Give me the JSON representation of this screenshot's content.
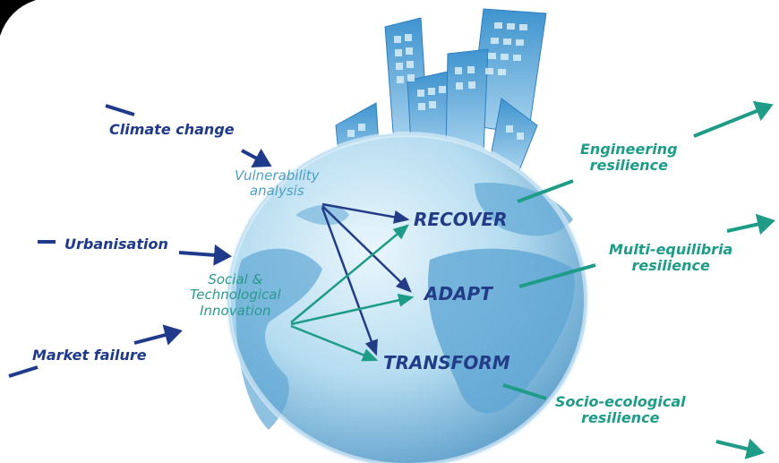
{
  "drivers": {
    "climate_change": "Climate change",
    "urbanisation": "Urbanisation",
    "market_failure": "Market failure"
  },
  "processes": {
    "vulnerability_line1": "Vulnerability",
    "vulnerability_line2": "analysis",
    "innovation_line1": "Social &",
    "innovation_line2": "Technological",
    "innovation_line3": "Innovation"
  },
  "actions": {
    "recover": "RECOVER",
    "adapt": "ADAPT",
    "transform": "TRANSFORM"
  },
  "outcomes": {
    "engineering_line1": "Engineering",
    "engineering_line2": "resilience",
    "multi_line1": "Multi-equilibria",
    "multi_line2": "resilience",
    "socio_line1": "Socio-ecological",
    "socio_line2": "resilience"
  },
  "colors": {
    "driver": "#1f3a8a",
    "action": "#233c87",
    "outcome": "#1e9c88",
    "globe": "#a9d4ec",
    "land": "#5fa6d4",
    "city": "#4a9fd0"
  }
}
